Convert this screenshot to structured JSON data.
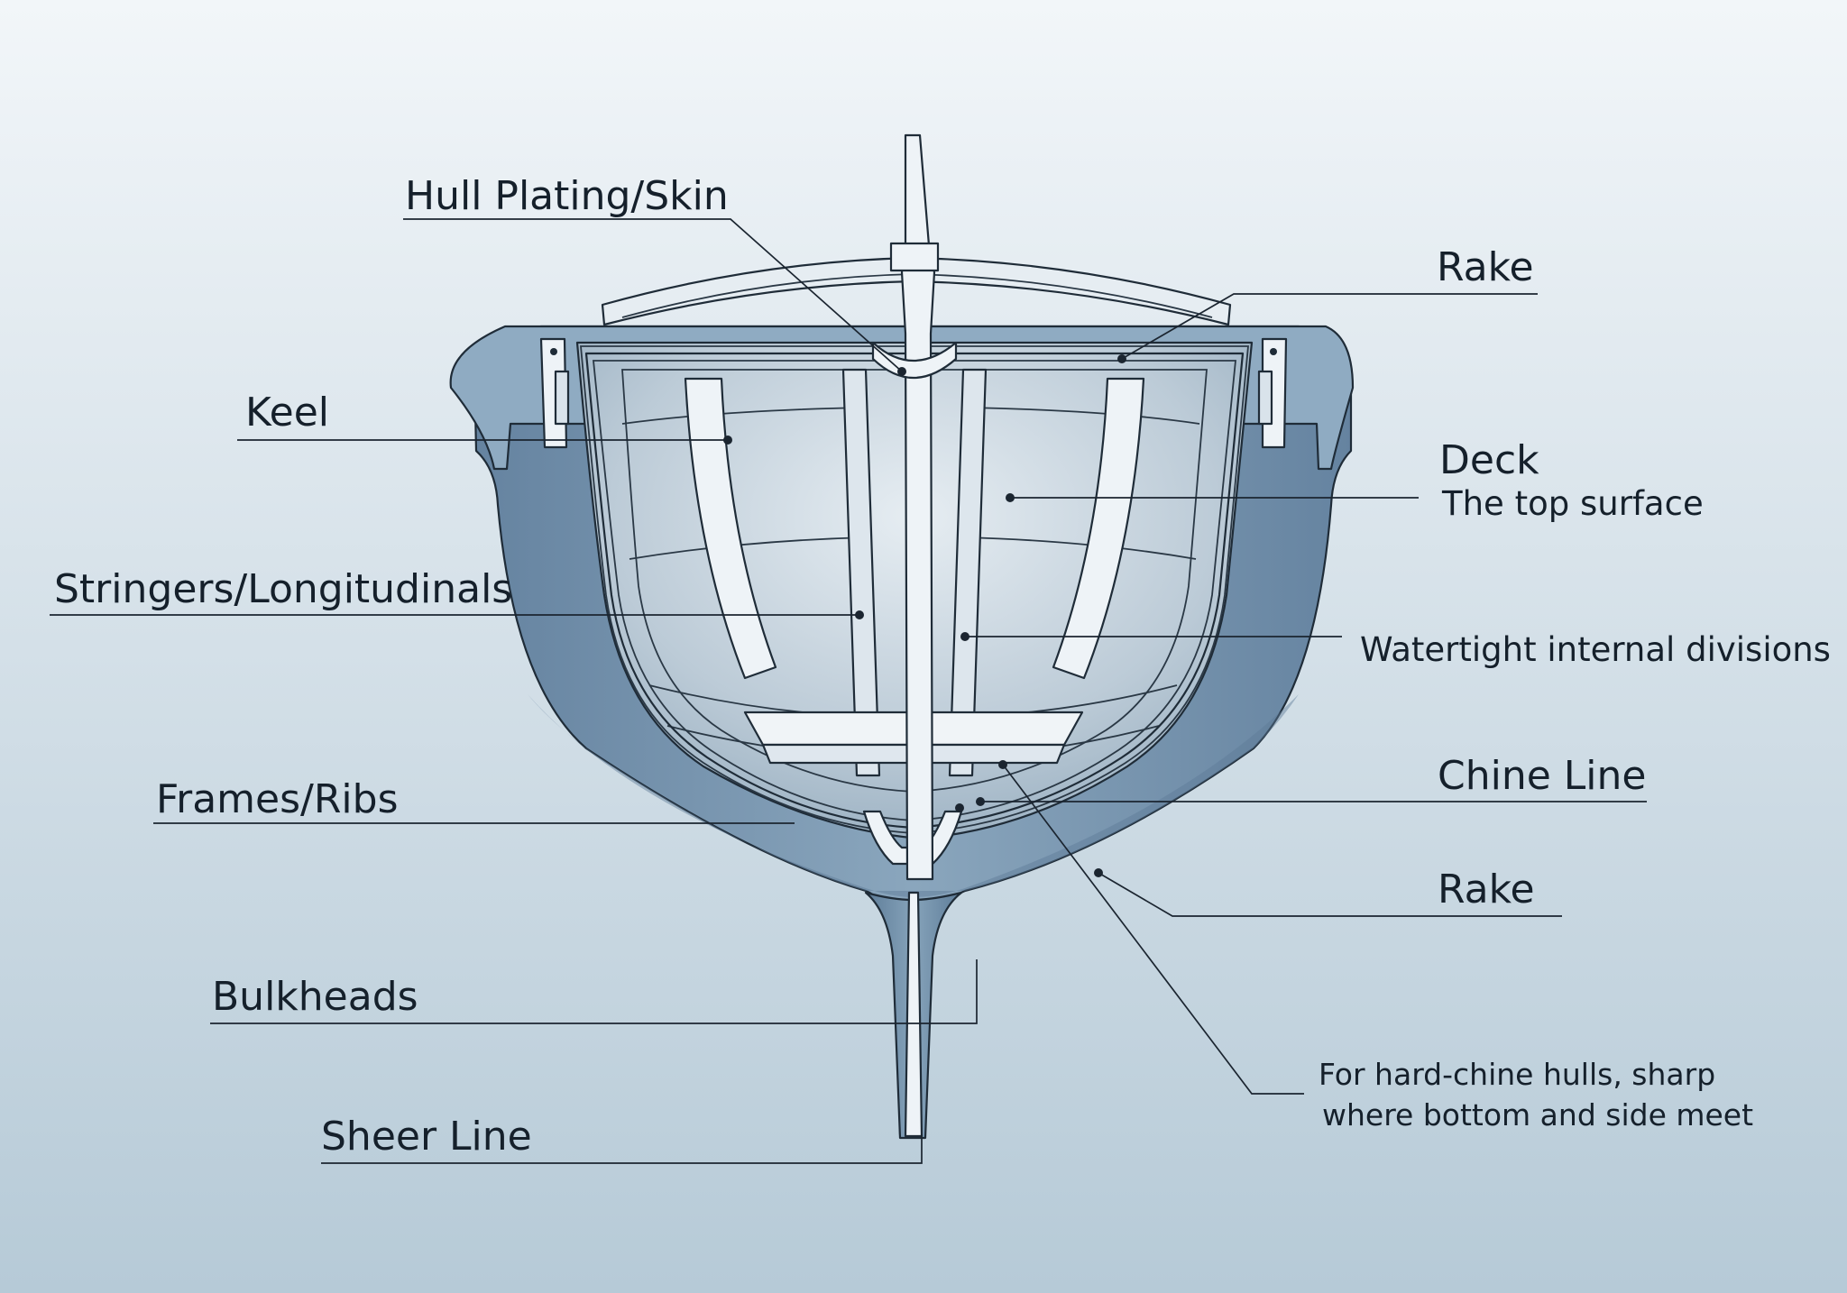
{
  "diagram": {
    "labels": {
      "hull_plating": "Hull Plating/Skin",
      "rake_top": "Rake",
      "keel": "Keel",
      "deck": "Deck",
      "deck_note": "The top surface",
      "stringers": "Stringers/Longitudinals",
      "watertight_note": "Watertight internal divisions",
      "frames": "Frames/Ribs",
      "chine_line": "Chine Line",
      "rake_bottom": "Rake",
      "bulkheads": "Bulkheads",
      "chine_note_line1": "For hard-chine hulls, sharp",
      "chine_note_line2": "where bottom and side meet",
      "sheer_line": "Sheer Line"
    },
    "colors": {
      "background_top": "#f1f5f8",
      "background_bottom": "#b7cbd8",
      "hull_exterior": "#7392ad",
      "hull_exterior_light": "#94afc4",
      "interior": "#c9d6e0",
      "framework": "#eef3f7",
      "leader_line": "#1b2530"
    }
  }
}
